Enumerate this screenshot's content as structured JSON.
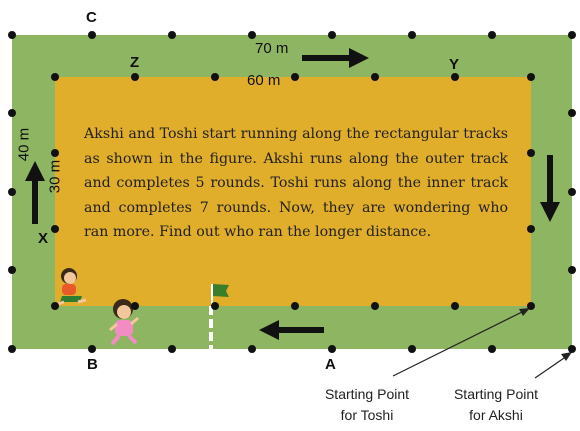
{
  "labels": {
    "c": "C",
    "z": "Z",
    "y": "Y",
    "x": "X",
    "b": "B",
    "a": "A"
  },
  "dimensions": {
    "outer_length": "70 m",
    "inner_length": "60 m",
    "outer_width": "40 m",
    "inner_width": "30 m"
  },
  "problem_text": "Akshi and Toshi start running along the rectangular tracks as shown in the figure. Akshi runs along the outer track and completes 5 rounds. Toshi runs along the inner track and completes 7 rounds. Now, they are wondering who ran more. Find out who ran the longer distance.",
  "captions": {
    "toshi_line1": "Starting Point",
    "toshi_line2": "for Toshi",
    "akshi_line1": "Starting Point",
    "akshi_line2": "for Akshi"
  },
  "colors": {
    "outer_track": "#8db562",
    "inner_field": "#e0ae2a",
    "flag": "#3a7d2a"
  }
}
